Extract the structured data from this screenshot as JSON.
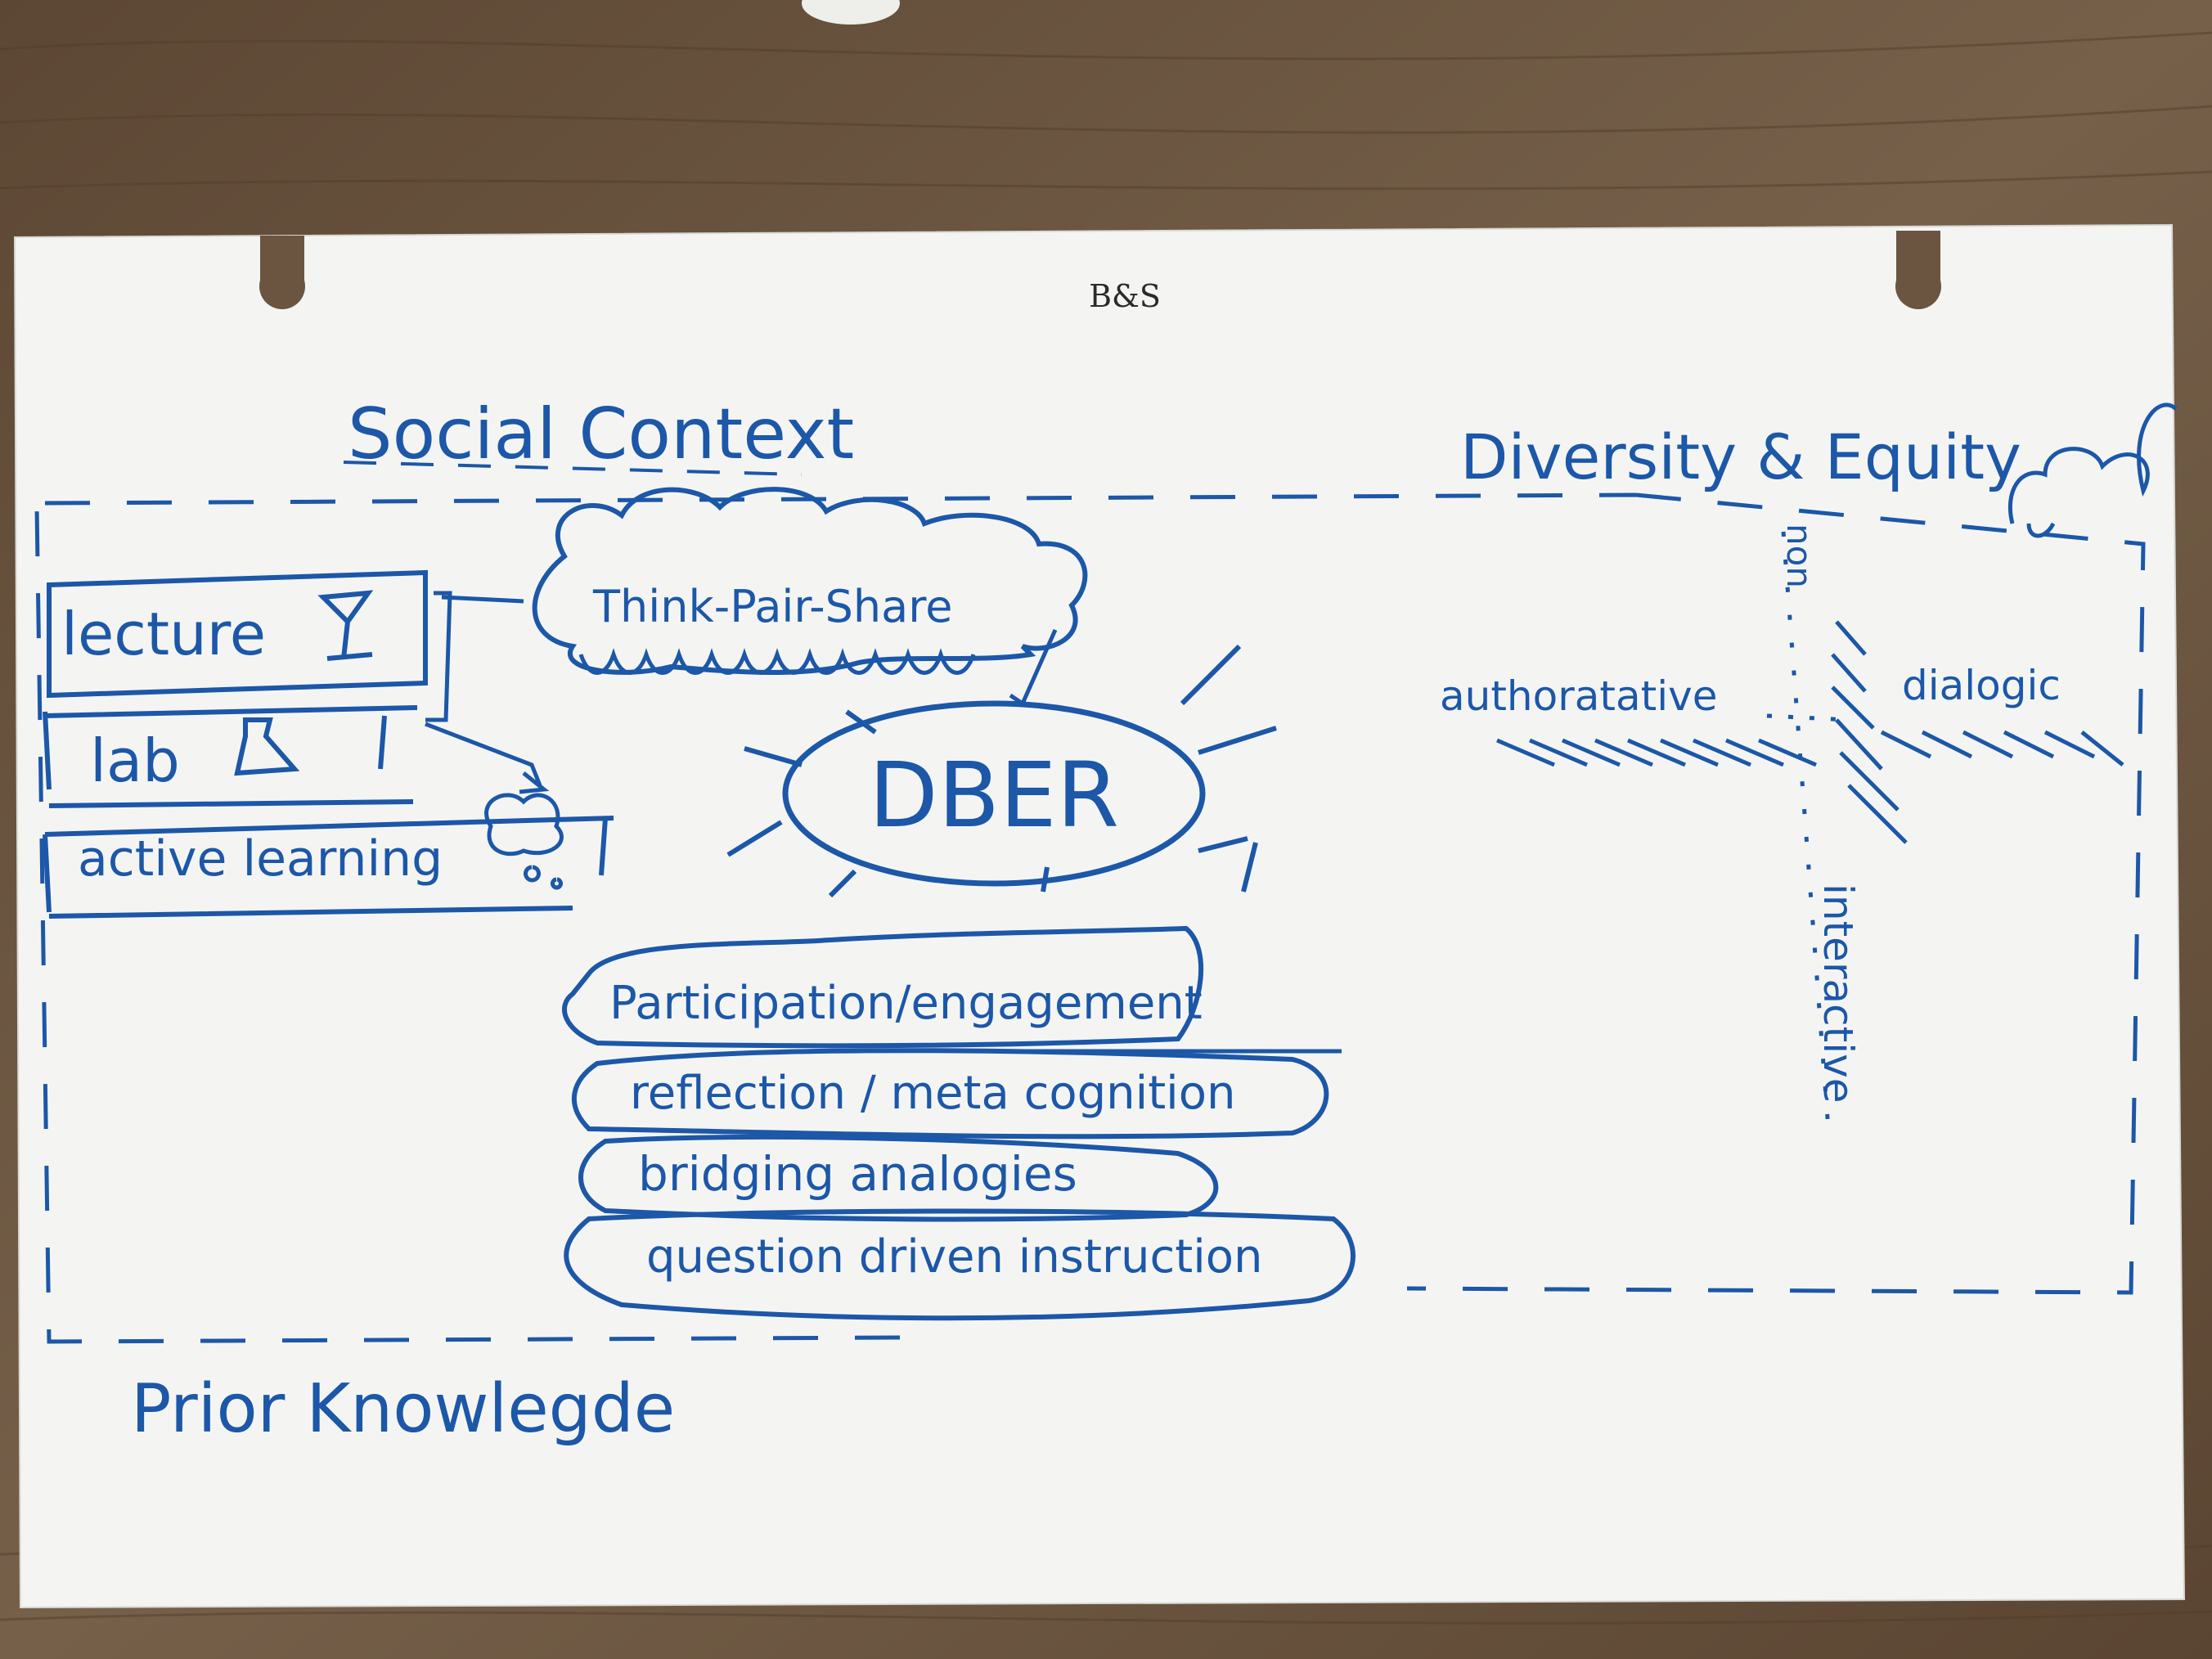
{
  "card": {
    "header": "B&S"
  },
  "labels": {
    "social_context": "Social Context",
    "diversity_equity": "Diversity & Equity",
    "prior_knowledge": "Prior Knowlegde",
    "dber": "DBER",
    "think_pair_share": "Think-Pair-Share"
  },
  "modes": {
    "lecture": "lecture",
    "lab": "lab",
    "active_learning": "active learning"
  },
  "strategies": [
    "Participation/engagement",
    "reflection / meta cognition",
    "bridging analogies",
    "question driven instruction"
  ],
  "axes": {
    "horizontal_left": "authoratative",
    "horizontal_right": "dialogic",
    "vertical_top": "non",
    "vertical_bottom": "interactive"
  },
  "colors": {
    "ink": "#1c57a8",
    "paper": "#f4f5f3",
    "table": "#6b5540"
  }
}
